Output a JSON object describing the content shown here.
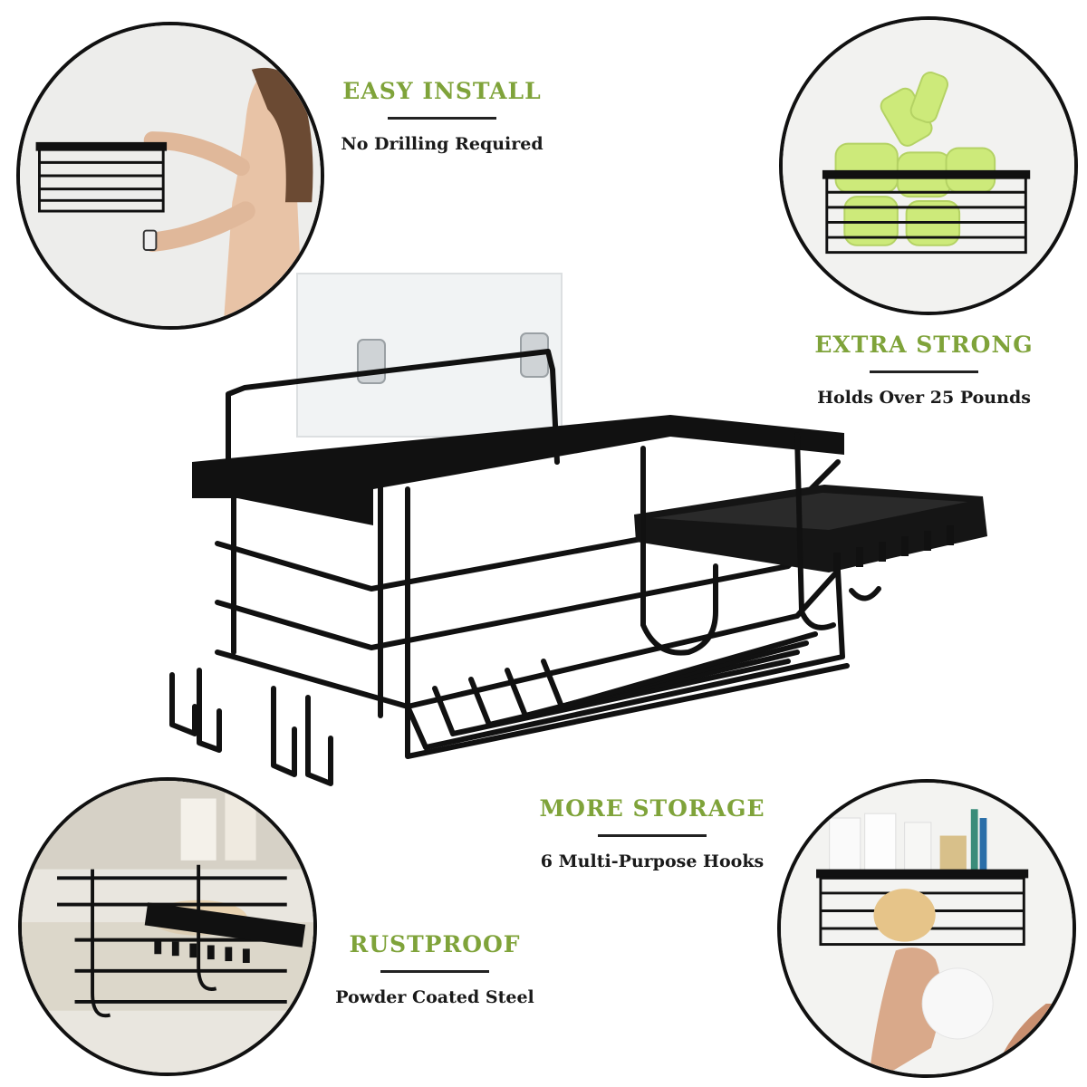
{
  "features": [
    {
      "title": "EASY INSTALL",
      "subtitle": "No Drilling Required"
    },
    {
      "title": "EXTRA STRONG",
      "subtitle": "Holds Over 25 Pounds"
    },
    {
      "title": "MORE STORAGE",
      "subtitle": "6 Multi-Purpose Hooks"
    },
    {
      "title": "RUSTPROOF",
      "subtitle": "Powder Coated Steel"
    }
  ],
  "colors": {
    "accent": "#7fa33a",
    "text": "#1a1a1a",
    "rack": "#111111"
  }
}
